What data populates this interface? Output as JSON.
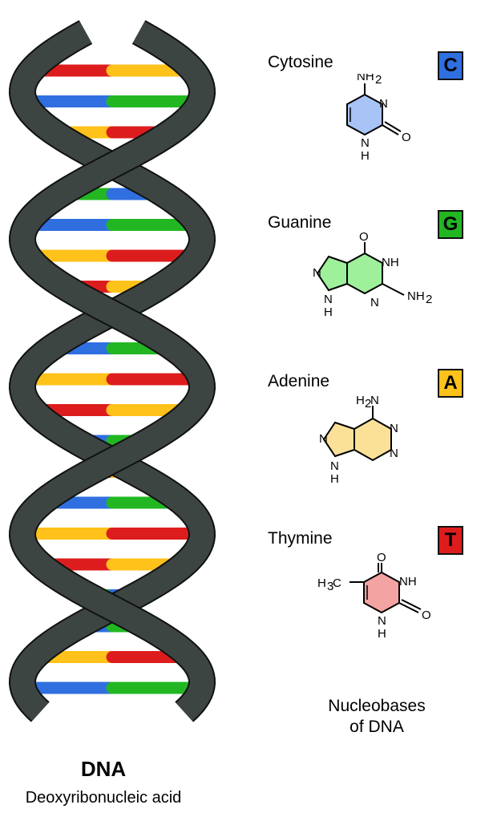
{
  "colors": {
    "cytosine": "#2f6fe0",
    "guanine": "#22b722",
    "adenine": "#ffc21a",
    "thymine": "#dd1d1d",
    "backbone": "#3d4543"
  },
  "dna": {
    "title": "DNA",
    "subtitle": "Deoxyribonucleic acid"
  },
  "bases": [
    {
      "name": "Cytosine",
      "letter": "C",
      "color": "#2f6fe0",
      "fill": "#a8c3f5",
      "atoms": {
        "nh2": "NH",
        "sub2": "2",
        "n3": "N",
        "n1": "N",
        "h1": "H",
        "o2": "O"
      }
    },
    {
      "name": "Guanine",
      "letter": "G",
      "color": "#22b722",
      "fill": "#9ef09b",
      "atoms": {
        "o": "O",
        "nh": "NH",
        "nh2": "NH",
        "sub2": "2",
        "n7": "N",
        "n9": "N",
        "h9": "H",
        "n3": "N"
      }
    },
    {
      "name": "Adenine",
      "letter": "A",
      "color": "#ffc21a",
      "fill": "#fbe098",
      "atoms": {
        "h2n": "H",
        "sub2": "2",
        "n_amine": "N",
        "n1": "N",
        "n3": "N",
        "n7": "N",
        "n9": "N",
        "h9": "H"
      }
    },
    {
      "name": "Thymine",
      "letter": "T",
      "color": "#dd1d1d",
      "fill": "#f4a3a3",
      "atoms": {
        "h3c_h": "H",
        "sub3": "3",
        "h3c_c": "C",
        "o4": "O",
        "nh": "NH",
        "n1": "N",
        "h1": "H",
        "o2": "O"
      }
    }
  ],
  "footer": {
    "line1": "Nucleobases",
    "line2": "of DNA"
  }
}
